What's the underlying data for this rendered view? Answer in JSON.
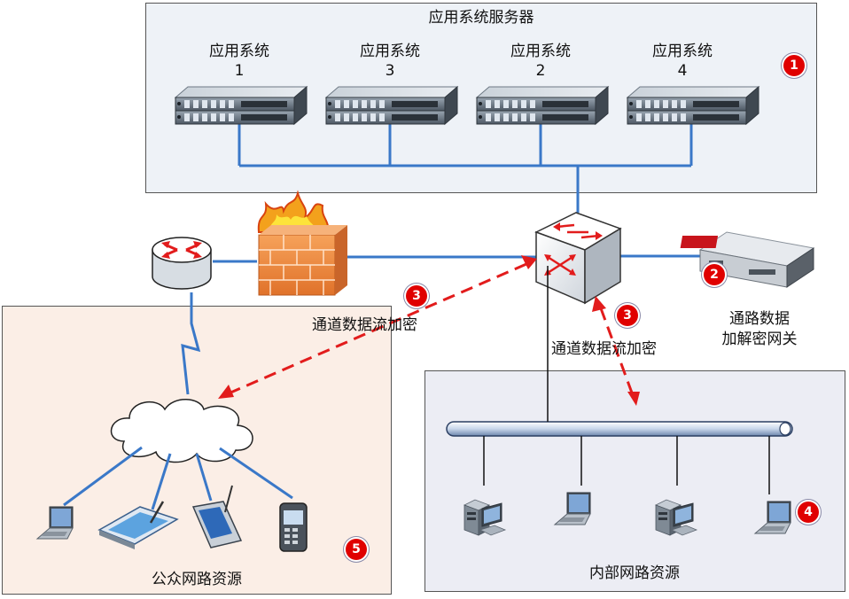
{
  "server_zone": {
    "title": "应用系统服务器",
    "servers": [
      {
        "name": "应用系统",
        "number": "1"
      },
      {
        "name": "应用系统",
        "number": "3"
      },
      {
        "name": "应用系统",
        "number": "2"
      },
      {
        "name": "应用系统",
        "number": "4"
      }
    ]
  },
  "gateway": {
    "line1": "通路数据",
    "line2": "加解密网关"
  },
  "encryption_label_left": "通道数据流加密",
  "encryption_label_right": "通道数据流加密",
  "public_zone": {
    "title": "公众网路资源"
  },
  "internal_zone": {
    "title": "内部网路资源"
  },
  "badges": {
    "servers": "1",
    "gateway": "2",
    "tunnel_left": "3",
    "tunnel_right": "3",
    "internal": "4",
    "public": "5"
  },
  "colors": {
    "link_blue": "#3a78c8",
    "tunnel_red": "#e21c1c",
    "badge_red": "#e00000",
    "server_zone_bg": "#eef2f7",
    "public_zone_bg": "#fbeee6",
    "internal_zone_bg": "#ecedf4"
  }
}
